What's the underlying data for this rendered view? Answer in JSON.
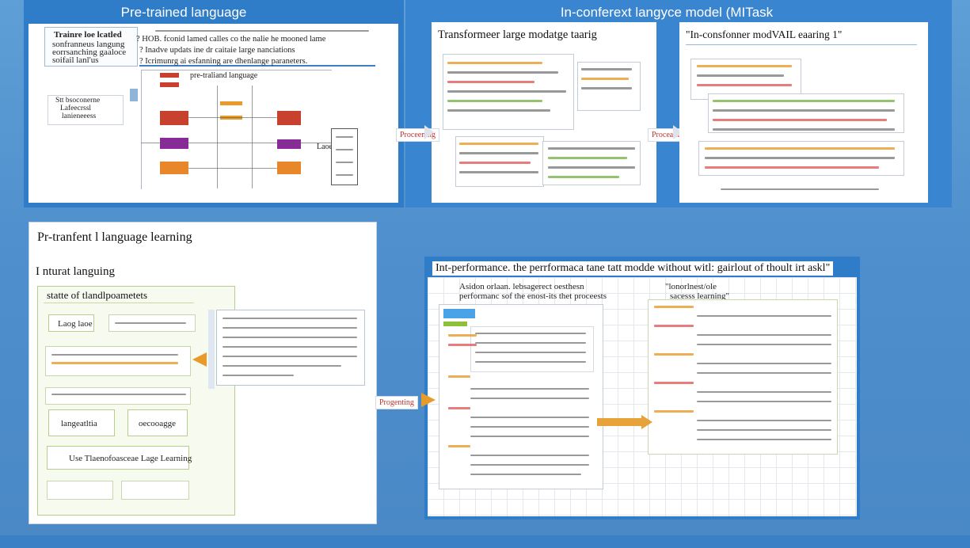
{
  "top_left": {
    "banner": "Pre-trained language",
    "side_text": [
      "Trainre loe lcatled",
      "sonfranneus langung",
      "eorrsanching gaaloce",
      "soifail lanl'us"
    ],
    "bullets": [
      "? HOB. fconid lamed calles co the nalie he mooned lame",
      "? Inadve updats ine dr caitaie large nanciations",
      "? Icrimunrg ai esfanning are dhenlange paraneters."
    ],
    "diagram_title": "pre-traliand language",
    "left_box": [
      "Stt bsoconerne",
      "Lafeecrssl",
      "lanieneeess"
    ],
    "right_label": "Laoe"
  },
  "top_mid": {
    "banner": "In-conferext langyce model (MITask",
    "title": "Transformeer large modatge taarig",
    "arrow_label": "Proceening"
  },
  "top_right": {
    "title": "\"In-consfonner modVAIL eaaring 1\"",
    "arrow_label": "Proceaing"
  },
  "bottom_left": {
    "title": "Pr-tranfent l language learning",
    "subtitle": "I nturat languing",
    "inner_title": "statte of tlandlpoametets",
    "boxes": [
      "Laog laoe",
      "langeatltia",
      "oecooagge",
      "Use Tlaenofoasceae Lage Learning"
    ]
  },
  "bottom_right": {
    "title": "Int-performance. the perrformaca tane tatt modde without witl: gairlout of thoult irt askl\"",
    "caption": [
      "Asidon orlaan. lebsagerect oesthesn",
      "performanc sof the enost-its thet proceests"
    ],
    "right_caption": [
      "\"lonorlnest/ole",
      "sacesss learning\""
    ],
    "arrow_label": "Progenting"
  },
  "colors": {
    "background": "#4f8fcd",
    "frame_blue": "#2f7cc8",
    "accent_orange": "#e89a2a",
    "accent_red": "#c8412f",
    "accent_purple": "#8a2a9a"
  }
}
